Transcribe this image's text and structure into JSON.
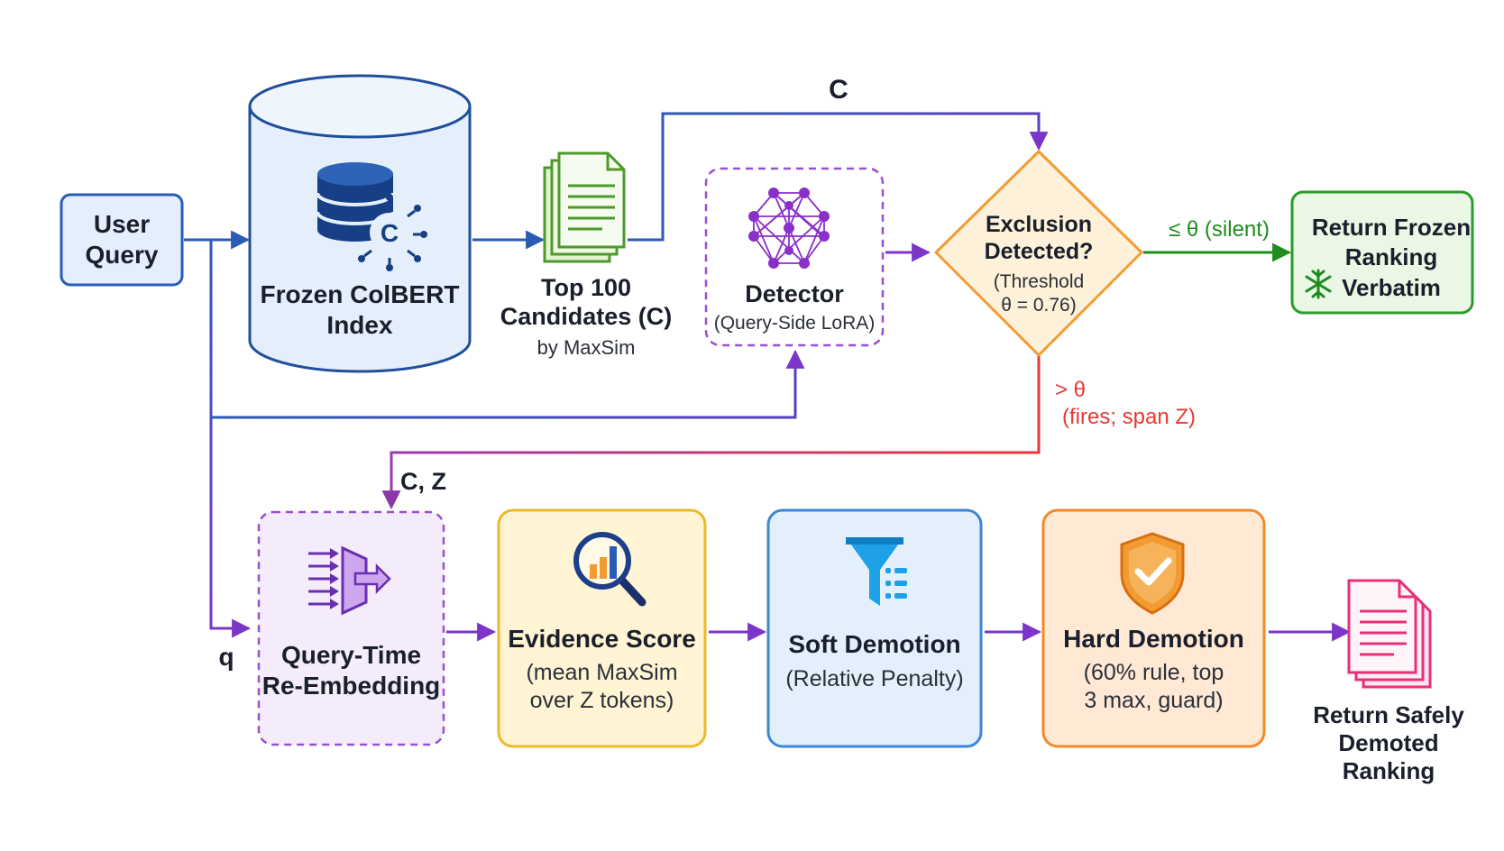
{
  "nodes": {
    "user_query": {
      "label_line1": "User",
      "label_line2": "Query"
    },
    "index": {
      "label_line1": "Frozen ColBERT",
      "label_line2": "Index"
    },
    "candidates": {
      "label_line1": "Top 100",
      "label_line2": "Candidates (C)",
      "sub": "by MaxSim"
    },
    "detector": {
      "label": "Detector",
      "sub": "(Query-Side LoRA)"
    },
    "decision": {
      "label_line1": "Exclusion",
      "label_line2": "Detected?",
      "sub_line1": "(Threshold",
      "sub_line2": "θ = 0.76)"
    },
    "return_frozen": {
      "label_line1": "Return Frozen",
      "label_line2": "Ranking",
      "label_line3": "Verbatim"
    },
    "reembed": {
      "label_line1": "Query-Time",
      "label_line2": "Re-Embedding"
    },
    "evidence": {
      "label": "Evidence Score",
      "sub_line1": "(mean MaxSim",
      "sub_line2": "over Z tokens)"
    },
    "soft": {
      "label": "Soft Demotion",
      "sub": "(Relative Penalty)"
    },
    "hard": {
      "label": "Hard Demotion",
      "sub_line1": "(60% rule, top",
      "sub_line2": "3 max, guard)"
    },
    "return_safe": {
      "label_line1": "Return Safely",
      "label_line2": "Demoted Ranking"
    }
  },
  "edges": {
    "c_label": "C",
    "silent_label": "≤ θ (silent)",
    "fires_line1": "> θ",
    "fires_line2": "(fires; span Z)",
    "cz_label": "C, Z",
    "q_label": "q"
  },
  "icons": [
    "database-icon",
    "document-stack-icon",
    "neural-network-icon",
    "snowflake-icon",
    "arrows-merge-icon",
    "magnifier-chart-icon",
    "funnel-icon",
    "shield-check-icon",
    "pink-document-stack-icon"
  ],
  "colors": {
    "blue": "#2a5bb5",
    "purple": "#7b35c9",
    "green": "#1e8c1e",
    "red": "#e53935",
    "orange": "#f39b33"
  }
}
